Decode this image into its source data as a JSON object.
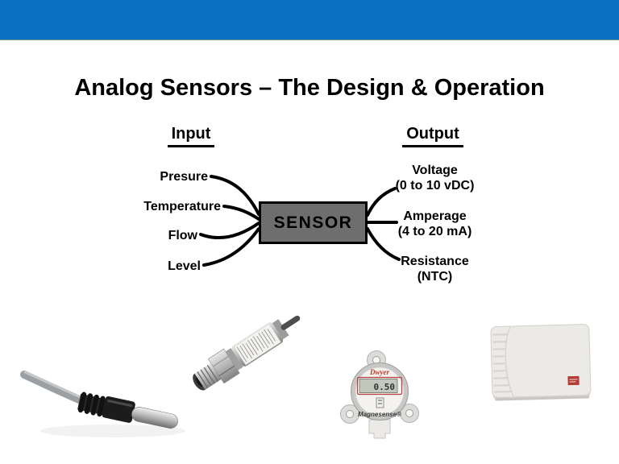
{
  "slide": {
    "title": "Analog Sensors – The Design & Operation"
  },
  "diagram": {
    "input_heading": "Input",
    "output_heading": "Output",
    "sensor_label": "SENSOR",
    "inputs": [
      "Presure",
      "Temperature",
      "Flow",
      "Level"
    ],
    "outputs": [
      {
        "name": "Voltage",
        "range": "(0 to 10 vDC)"
      },
      {
        "name": "Amperage",
        "range": "(4 to 20 mA)"
      },
      {
        "name": "Resistance",
        "range": "(NTC)"
      }
    ]
  },
  "products": {
    "magnesense": {
      "brand": "Dwyer",
      "display_value": "0.50",
      "model_label": "Magnesense®"
    }
  },
  "colors": {
    "header_blue": "#0c70c0",
    "sensor_box_gray": "#6e6e6e",
    "brand_red": "#b23b34"
  }
}
